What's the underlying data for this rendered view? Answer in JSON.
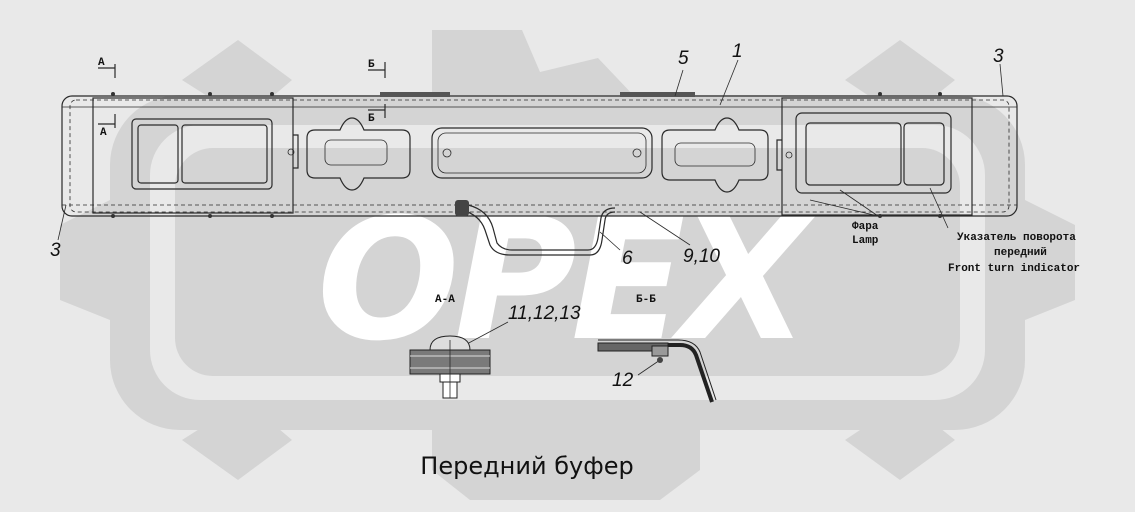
{
  "watermark": {
    "text": "OPEX",
    "color": "#ffffff"
  },
  "section_marks": {
    "a_top": "A",
    "a_bottom": "A",
    "b_top": "Б",
    "b_bottom": "Б"
  },
  "callouts": {
    "c1": "1",
    "c3_right": "3",
    "c3_left": "3",
    "c5": "5",
    "c6": "6",
    "c9_10": "9,10",
    "c11_12_13": "11,12,13",
    "c12": "12"
  },
  "views": {
    "a_a": "А-А",
    "b_b": "Б-Б"
  },
  "lamp_labels": {
    "lamp_ru": "Фара",
    "lamp_en": "Lamp",
    "turn_ru_1": "Указатель поворота",
    "turn_ru_2": "передний",
    "turn_en": "Front turn indicator"
  },
  "caption": "Передний буфер"
}
